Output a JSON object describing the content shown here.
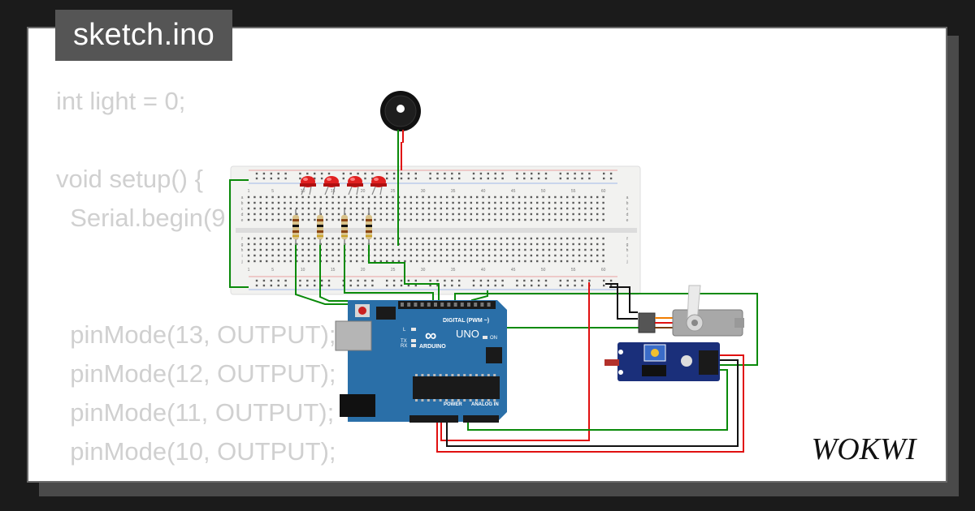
{
  "file_tab": {
    "label": "sketch.ino"
  },
  "code": {
    "lines": [
      "int light = 0;",
      "",
      "void setup() {",
      "  Serial.begin(9",
      "",
      "",
      "  pinMode(13, OUTPUT);",
      "  pinMode(12, OUTPUT);",
      "  pinMode(11, OUTPUT);",
      "  pinMode(10, OUTPUT);"
    ]
  },
  "arduino": {
    "model": "UNO",
    "brand": "ARDUINO",
    "digital_header": "DIGITAL (PWM ~)",
    "power_label": "POWER",
    "analog_label": "ANALOG IN",
    "led_on": "ON",
    "led_l": "L",
    "led_tx": "TX",
    "led_rx": "RX"
  },
  "breadboard": {
    "column_numbers": [
      "1",
      "5",
      "10",
      "15",
      "20",
      "25",
      "30",
      "35",
      "40",
      "45",
      "50",
      "55",
      "60"
    ],
    "row_letters_top": [
      "a",
      "b",
      "c",
      "d",
      "e"
    ],
    "row_letters_bottom": [
      "f",
      "g",
      "h",
      "i",
      "j"
    ]
  },
  "leds": {
    "count": 4,
    "color": "#e02020"
  },
  "brand_logo": {
    "text": "WOKWI"
  },
  "colors": {
    "wire_green": "#0a8a0a",
    "wire_red": "#e01010",
    "wire_black": "#111111",
    "arduino_blue": "#2a6fa8",
    "sensor_blue": "#1a2f7a",
    "breadboard": "#f2f2f0"
  }
}
